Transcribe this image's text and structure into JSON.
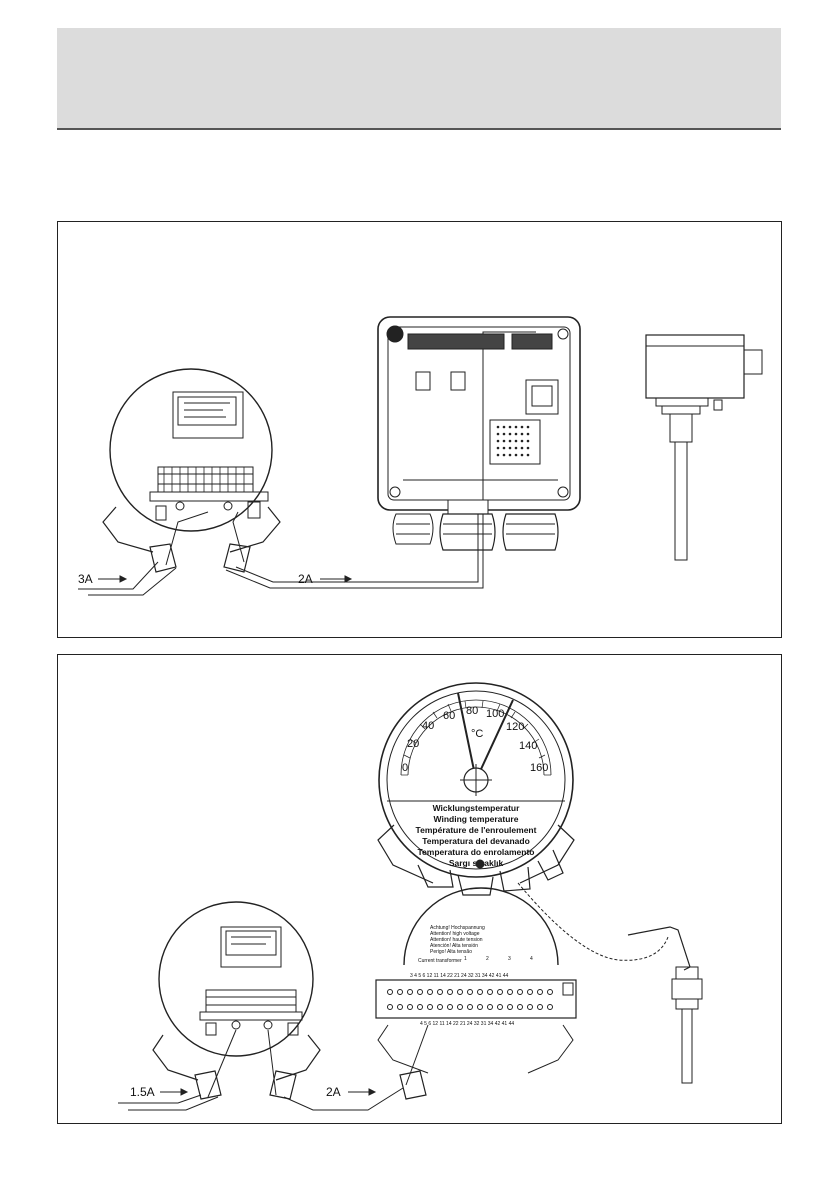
{
  "panel1": {
    "cable_left_label": "3A",
    "cable_right_label": "2A"
  },
  "panel2": {
    "cable_left_label": "1.5A",
    "cable_right_label": "2A",
    "dial": {
      "ticks": [
        "0",
        "20",
        "40",
        "60",
        "80",
        "100",
        "120",
        "140",
        "160"
      ],
      "unit": "°C",
      "captions": [
        "Wicklungstemperatur",
        "Winding temperature",
        "Température de l'enroulement",
        "Temperatura del devanado",
        "Temperatura do enrolamento",
        "Sargı sıcaklık"
      ]
    },
    "warning": {
      "line1": "Achtung! Hochspannung",
      "line2": "Attention! high voltage",
      "line3": "Attention! haute tension",
      "line4": "Atención! Alta tensión",
      "line5": "Perigo! Alta tensão"
    },
    "terminal_groups": [
      "1",
      "2",
      "3",
      "4"
    ],
    "terminal_numbers_top": "3 4 5 6 12 11 14 22 21 24 32 31 34 42 41 44",
    "terminal_numbers_bottom": "4 5 6 12 11 14 22 21 24 32 31 34 42 41 44",
    "ct_label": "Current transformer"
  }
}
